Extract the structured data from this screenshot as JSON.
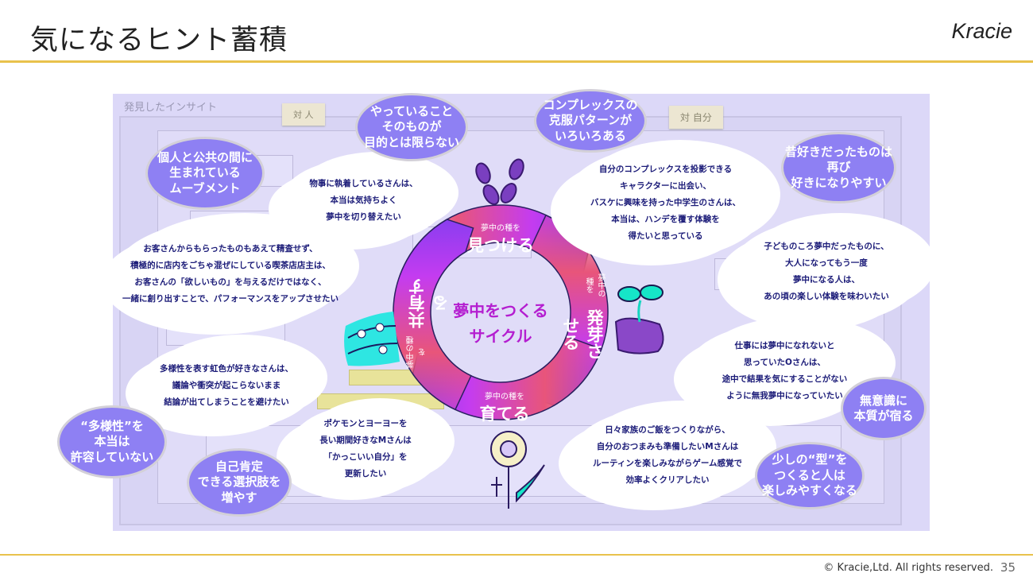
{
  "header": {
    "title": "気になるヒント蓄積",
    "logo": "Kracie"
  },
  "panel": {
    "title": "発見したインサイト",
    "tag_left": "対 人",
    "tag_right": "対 自分"
  },
  "bubbles": [
    "個人と公共の間に\n生まれている\nムーブメント",
    "やっていること\nそのものが\n目的とは限らない",
    "コンプレックスの\n克服パターンが\nいろいろある",
    "昔好きだったものは\n再び\n好きになりやすい",
    "無意識に\n本質が宿る",
    "少しの“型”を\nつくると人は\n楽しみやすくなる",
    "“多様性”を\n本当は\n許容していない",
    "自己肯定\nできる選択肢を\n増やす"
  ],
  "clouds": [
    "物事に執着しているさんは、\n本当は気持ちよく\n夢中を切り替えたい",
    "お客さんからもらったものもあえて精査せず、\n積極的に店内をごちゃ混ぜにしている喫茶店店主は、\nお客さんの「欲しいもの」を与えるだけではなく、\n一緒に創り出すことで、パフォーマンスをアップさせたい",
    "自分のコンプレックスを投影できる\nキャラクターに出会い、\nバスケに興味を持った中学生のさんは、\n本当は、ハンデを覆す体験を\n得たいと思っている",
    "子どものころ夢中だったものに、\n大人になってもう一度\n夢中になる人は、\nあの頃の楽しい体験を味わいたい",
    "仕事には夢中になれないと\n思っていたOさんは、\n途中で結果を気にすることがない\nように無我夢中になっていたい",
    "日々家族のご飯をつくりながら、\n自分のおつまみも準備したいMさんは\nルーティンを楽しみながらゲーム感覚で\n効率よくクリアしたい",
    "多様性を表す虹色が好きなさんは、\n議論や衝突が起こらないまま\n結論が出てしまうことを避けたい",
    "ポケモンとヨーヨーを\n長い期間好きなMさんは\n「かっこいい自分」を\n更新したい"
  ],
  "cycle": {
    "center": "夢中をつくる\nサイクル",
    "prefix": "夢中の種を",
    "steps": [
      "見つける",
      "発芽させる",
      "育てる",
      "共有する"
    ]
  },
  "colors": {
    "bubble": "#8e80f3",
    "pink": "#e8557a",
    "magenta": "#c43cf0",
    "violet": "#8a3df0",
    "cloud_text": "#1b1b78",
    "rule": "#e9c24c"
  },
  "footer": {
    "copyright": "© Kracie,Ltd. All rights reserved.",
    "page": "35"
  }
}
